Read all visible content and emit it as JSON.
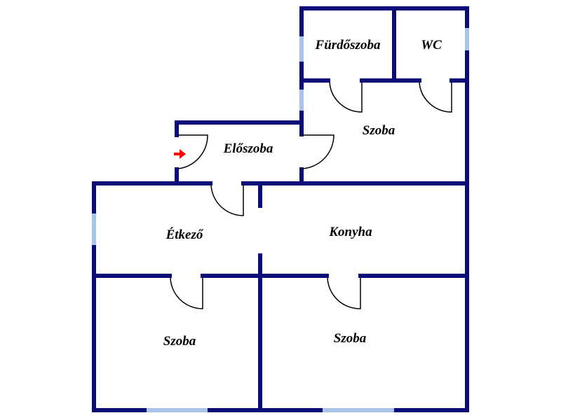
{
  "rooms": {
    "furdoszoba": "Fürdőszoba",
    "wc": "WC",
    "szoba_upper": "Szoba",
    "eloszoba": "Előszoba",
    "etkezo": "Étkező",
    "konyha": "Konyha",
    "szoba_bottom_left": "Szoba",
    "szoba_bottom_right": "Szoba"
  },
  "colors": {
    "wall": "#0b0b7a",
    "window": "#a9c4ea",
    "door": "#000000",
    "entrance_arrow": "#ff0000"
  },
  "icons": {
    "entrance": "entrance-arrow-icon"
  }
}
